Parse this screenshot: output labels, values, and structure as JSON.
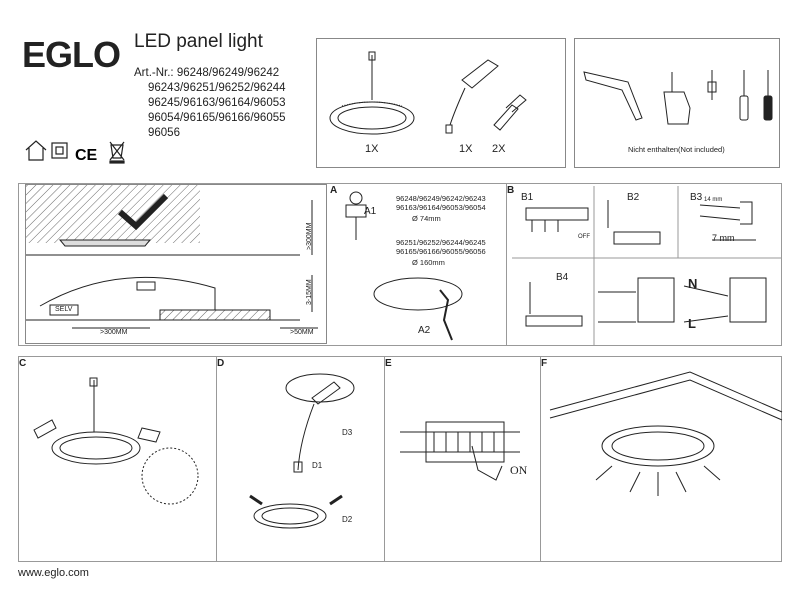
{
  "brand": {
    "logo": "EGLO"
  },
  "product": {
    "title": "LED panel light",
    "art_prefix": "Art.-Nr.:",
    "art_numbers": [
      "96248/96249/96242",
      "96243/96251/96252/96244",
      "96245/96163/96164/96053",
      "96054/96165/96166/96055",
      "96056"
    ]
  },
  "contents": {
    "panel_qty": "1X",
    "driver_qty": "1X",
    "clip_qty": "2X"
  },
  "tools": {
    "note": "Nicht enthalten(Not included)"
  },
  "steps": {
    "A": {
      "label": "A",
      "a1": "A1",
      "a2": "A2",
      "group1": [
        "96248/96249/96242/96243",
        "96163/96164/96053/96054"
      ],
      "group1_cut": "Ø 74mm",
      "group2": [
        "96251/96252/96244/96245",
        "96165/96166/96055/96056"
      ],
      "group2_cut": "Ø 160mm"
    },
    "B": {
      "label": "B",
      "b1": "B1",
      "b2": "B2",
      "b3": "B3",
      "b4": "B4",
      "off": "OFF",
      "strip14": "14 mm",
      "strip7": "7 mm",
      "n": "N",
      "l": "L"
    },
    "C": {
      "label": "C"
    },
    "D": {
      "label": "D",
      "d1": "D1",
      "d2": "D2",
      "d3": "D3"
    },
    "E": {
      "label": "E",
      "on": "ON"
    },
    "F": {
      "label": "F"
    }
  },
  "dims": {
    "selv": "SELV",
    "d300": ">300MM",
    "d50": ">50MM",
    "dv300": ">300MM",
    "dv350": "3-15MM"
  },
  "footer": {
    "url": "www.eglo.com"
  }
}
